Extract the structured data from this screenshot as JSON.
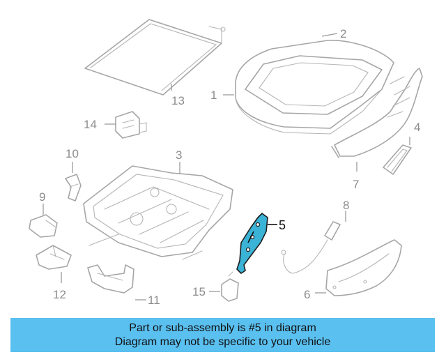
{
  "diagram": {
    "callouts": [
      "1",
      "2",
      "3",
      "4",
      "5",
      "6",
      "7",
      "8",
      "9",
      "10",
      "11",
      "12",
      "13",
      "14",
      "15"
    ],
    "highlighted_part": "5",
    "highlight_color": "#3bb3d6"
  },
  "banner": {
    "line1": "Part or sub-assembly is #5 in diagram",
    "line2": "Diagram may not be specific to your vehicle",
    "background": "#5ac0f0"
  }
}
